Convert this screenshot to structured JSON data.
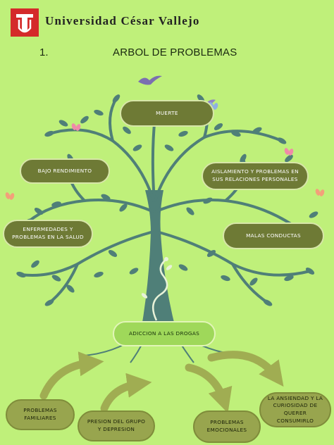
{
  "header": {
    "university": "Universidad César Vallejo"
  },
  "page": {
    "number": "1.",
    "title": "ARBOL DE PROBLEMAS"
  },
  "effects": {
    "death": "MUERTE",
    "low_performance": "BAJO RENDIMIENTO",
    "isolation": "AISLAMIENTO Y PROBLEMAS EN SUS RELACIONES PERSONALES",
    "illness": "ENFERMEDADES Y PROBLEMAS EN LA SALUD",
    "bad_behavior": "MALAS CONDUCTAS"
  },
  "central_problem": "ADICCION A LAS DROGAS",
  "causes": {
    "family": "PROBLEMAS FAMILIARES",
    "peer_pressure": "PRESION DEL GRUPO Y DEPRESION",
    "emotional": "PROBLEMAS EMOCIONALES",
    "anxiety": "LA ANSIENDAD Y LA CURIOSIDAD DE QUERER CONSUMIRLO"
  },
  "colors": {
    "background": "#bff07a",
    "brand_red": "#d42a2a",
    "node_dark": "#6e7a35",
    "node_light": "#9fd85a",
    "tree": "#4f7f78",
    "arrow": "#a0ad52"
  }
}
